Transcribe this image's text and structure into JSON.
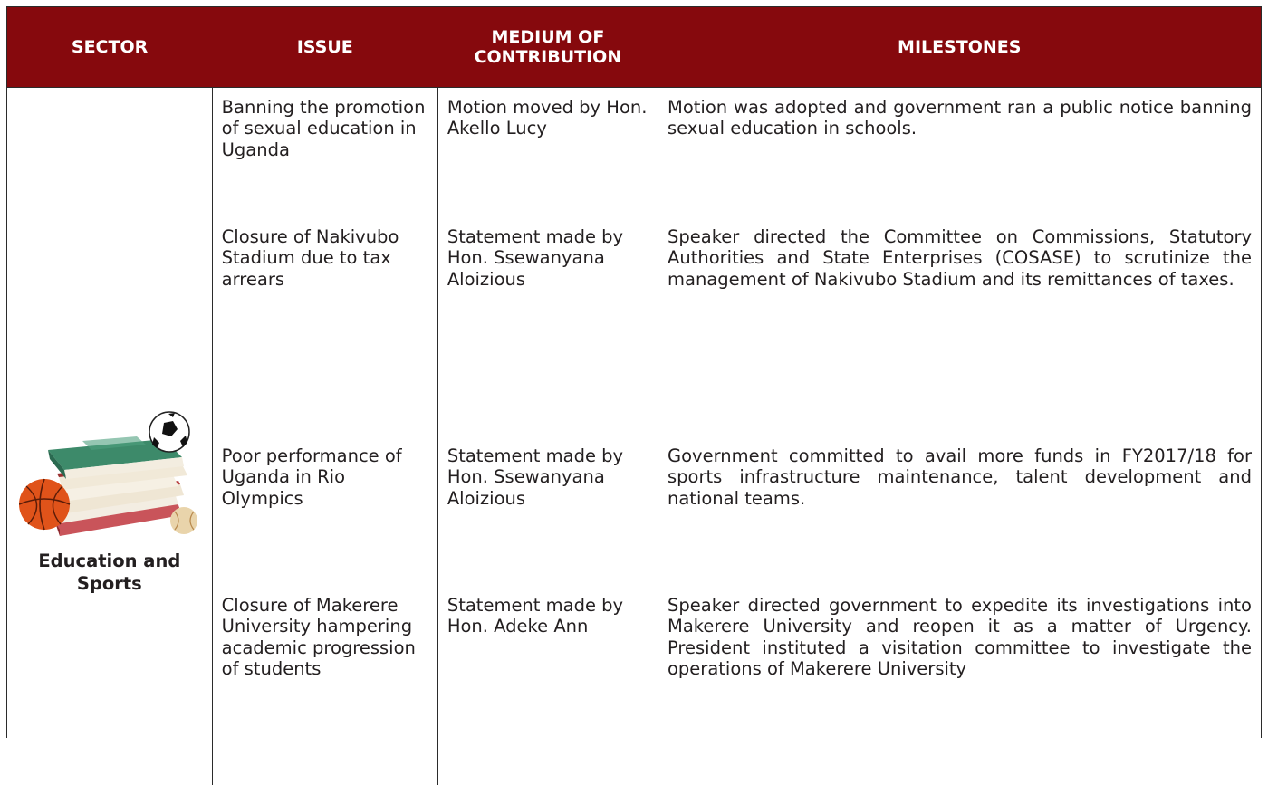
{
  "table": {
    "headers": {
      "sector": "SECTOR",
      "issue": "ISSUE",
      "medium": "MEDIUM OF CONTRIBUTION",
      "milestones": "MILESTONES"
    },
    "sector_label": "Education and Sports",
    "rows": [
      {
        "issue": "Banning the promotion of sexual education in Uganda",
        "medium": "Motion moved by Hon. Akello Lucy",
        "milestone": "Motion was adopted and government ran a public notice banning sexual education in schools."
      },
      {
        "issue": "Closure of Nakivubo Stadium due to tax arrears",
        "medium": "Statement made by Hon. Ssewanyana Aloizious",
        "milestone": "Speaker directed the Committee on Commissions, Statutory Authorities and State Enterprises (COSASE) to scrutinize the management of Nakivubo Stadium and its remittances of taxes."
      },
      {
        "issue": "Poor performance of Uganda in Rio Olympics",
        "medium": "Statement made by Hon. Ssewanyana Aloizious",
        "milestone": "Government committed to avail more funds in FY2017/18 for sports infrastructure maintenance, talent development and national teams."
      },
      {
        "issue": "Closure of Makerere University hampering academic progression of students",
        "medium": "Statement made by Hon. Adeke Ann",
        "milestone": "Speaker directed government to expedite its investigations into Makerere University and reopen it as a matter of Urgency. President instituted a visitation committee to investigate the operations of Makerere University"
      }
    ]
  },
  "colors": {
    "header_bg": "#86090d",
    "header_text": "#ffffff",
    "body_text": "#231f20"
  },
  "illustration": "books-and-balls-icon"
}
